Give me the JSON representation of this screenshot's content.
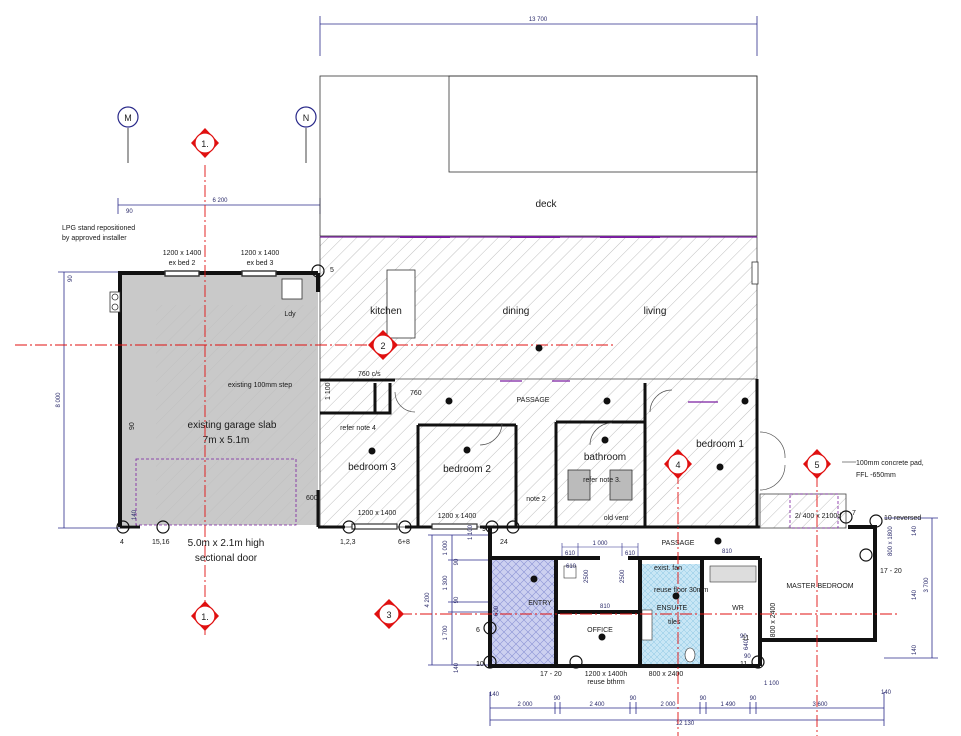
{
  "colors": {
    "wall": "#111111",
    "grid_line": "#e01010",
    "grid_label": "#e01010",
    "dim_line": "#2a2a8a",
    "hatch": "#bdbdbd",
    "garage_fill": "#c9c9c9",
    "entry_fill": "#ccd0f0",
    "ensuite_fill": "#c8e6f5",
    "door_purple": "#7a1fa0",
    "text": "#1a1a1a"
  },
  "grid_markers": {
    "red": [
      "1.",
      "1.",
      "2",
      "3",
      "4",
      "5"
    ],
    "blue": [
      "M",
      "N"
    ]
  },
  "dimensions": {
    "top": "13 700",
    "garage_width": "6 200",
    "left_height": "8 000",
    "left_small_1": "90",
    "left_small_2": "90",
    "right_height": "3 700",
    "bottom_total": "12 130",
    "bottom_segments": [
      "2 000",
      "90",
      "2 400",
      "90",
      "2 000",
      "90",
      "1 490",
      "90",
      "3 600"
    ],
    "bottom_end_left": "140",
    "bottom_end_right": "140",
    "ext_left_total": "4 200",
    "ext_left_segments": [
      "1 000",
      "90",
      "1 300",
      "90",
      "1 700",
      "140"
    ],
    "passage_top_segments": [
      "610",
      "1 000",
      "610"
    ],
    "misc": [
      "90",
      "90",
      "1 100",
      "600",
      "2500",
      "2500",
      "610",
      "810",
      "810",
      "140",
      "140",
      "140",
      "140",
      "1 100",
      "640",
      "800 x 1800"
    ]
  },
  "labels": {
    "lpg_note": [
      "LPG stand repositioned",
      "by approved installer"
    ],
    "deck": "deck",
    "kitchen": "kitchen",
    "dining": "dining",
    "living": "living",
    "passage": "PASSAGE",
    "passage_lower": "PASSAGE",
    "bedroom1": "bedroom 1",
    "bedroom2": "bedroom 2",
    "bedroom3": "bedroom 3",
    "bathroom": "bathroom",
    "ldy": "Ldy",
    "garage_slab_1": "existing garage slab",
    "garage_slab_2": "7m x 5.1m",
    "existing_step": "existing 100mm step",
    "refer_note4": "refer note 4",
    "refer_note3": "refer note 3.",
    "note2": "note 2",
    "old_vent": "old vent",
    "ensuite": "ENSUITE",
    "entry": "ENTRY",
    "office": "OFFICE",
    "wr": "WR",
    "master_bedroom": "MASTER BEDROOM",
    "tiles": "tiles",
    "fuse": "exist. fan",
    "reuse_floor": "reuse floor 30mm",
    "concrete_pad_1": "100mm concrete pad,",
    "concrete_pad_2": "FFL -650mm",
    "sectional_door_1": "5.0m x 2.1m high",
    "sectional_door_2": "sectional door",
    "win_bed2_1": "1200 x 1400",
    "win_bed2_2": "ex bed 2",
    "win_bed3_1": "1200 x 1400",
    "win_bed3_2": "ex bed 3",
    "win_br3": "1200 x 1400",
    "win_br2": "1200 x 1400",
    "win_office_1": "1200 x 1400h",
    "win_office_2": "reuse bthrm",
    "win_ensuite": "800 x 2400",
    "win_wr": "800 x 2400",
    "door_2100": "2/ 400 x 2100d",
    "dim_760": "760",
    "dim_760_cls": "760 c/s",
    "dim_600": "600",
    "dim_90": "90",
    "dim_1100": "1 100"
  },
  "points": {
    "p4": "4",
    "p1516": "15,16",
    "p123": "1,2,3",
    "p68": "6+8",
    "p5": "5",
    "p7": "7",
    "p6": "6",
    "p10": "10",
    "p10r": "10",
    "p10_reversed": "reversed",
    "p1720a": "17 - 20",
    "p1720b": "17 - 20",
    "p11a": "11",
    "p11b": "11",
    "p24": "24",
    "p9": "9"
  }
}
